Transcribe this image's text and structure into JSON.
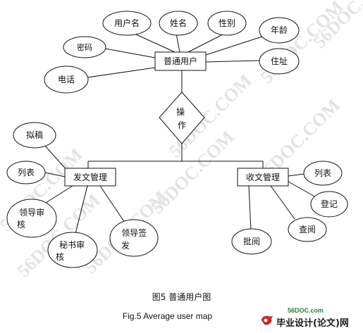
{
  "diagram": {
    "central_entity": "普通用户",
    "attributes": [
      "用户名",
      "姓名",
      "性别",
      "年龄",
      "住址",
      "电话",
      "密码"
    ],
    "relationship": "操作",
    "send_module": {
      "label": "发文管理",
      "items": [
        "拟稿",
        "列表",
        "领导审核",
        "秘书审核",
        "领导签发"
      ]
    },
    "receive_module": {
      "label": "收文管理",
      "items": [
        "列表",
        "登记",
        "查阅",
        "批阅"
      ]
    }
  },
  "captions": {
    "chinese": "图5 普通用户图",
    "english": "Fig.5 Average user map"
  },
  "watermark": {
    "text": "56DOC.COM",
    "color": "#e3e3e3"
  },
  "footer": {
    "site": "56DOC.com",
    "brand": "毕业设计(论文)网",
    "accent_color": "#c62828"
  }
}
